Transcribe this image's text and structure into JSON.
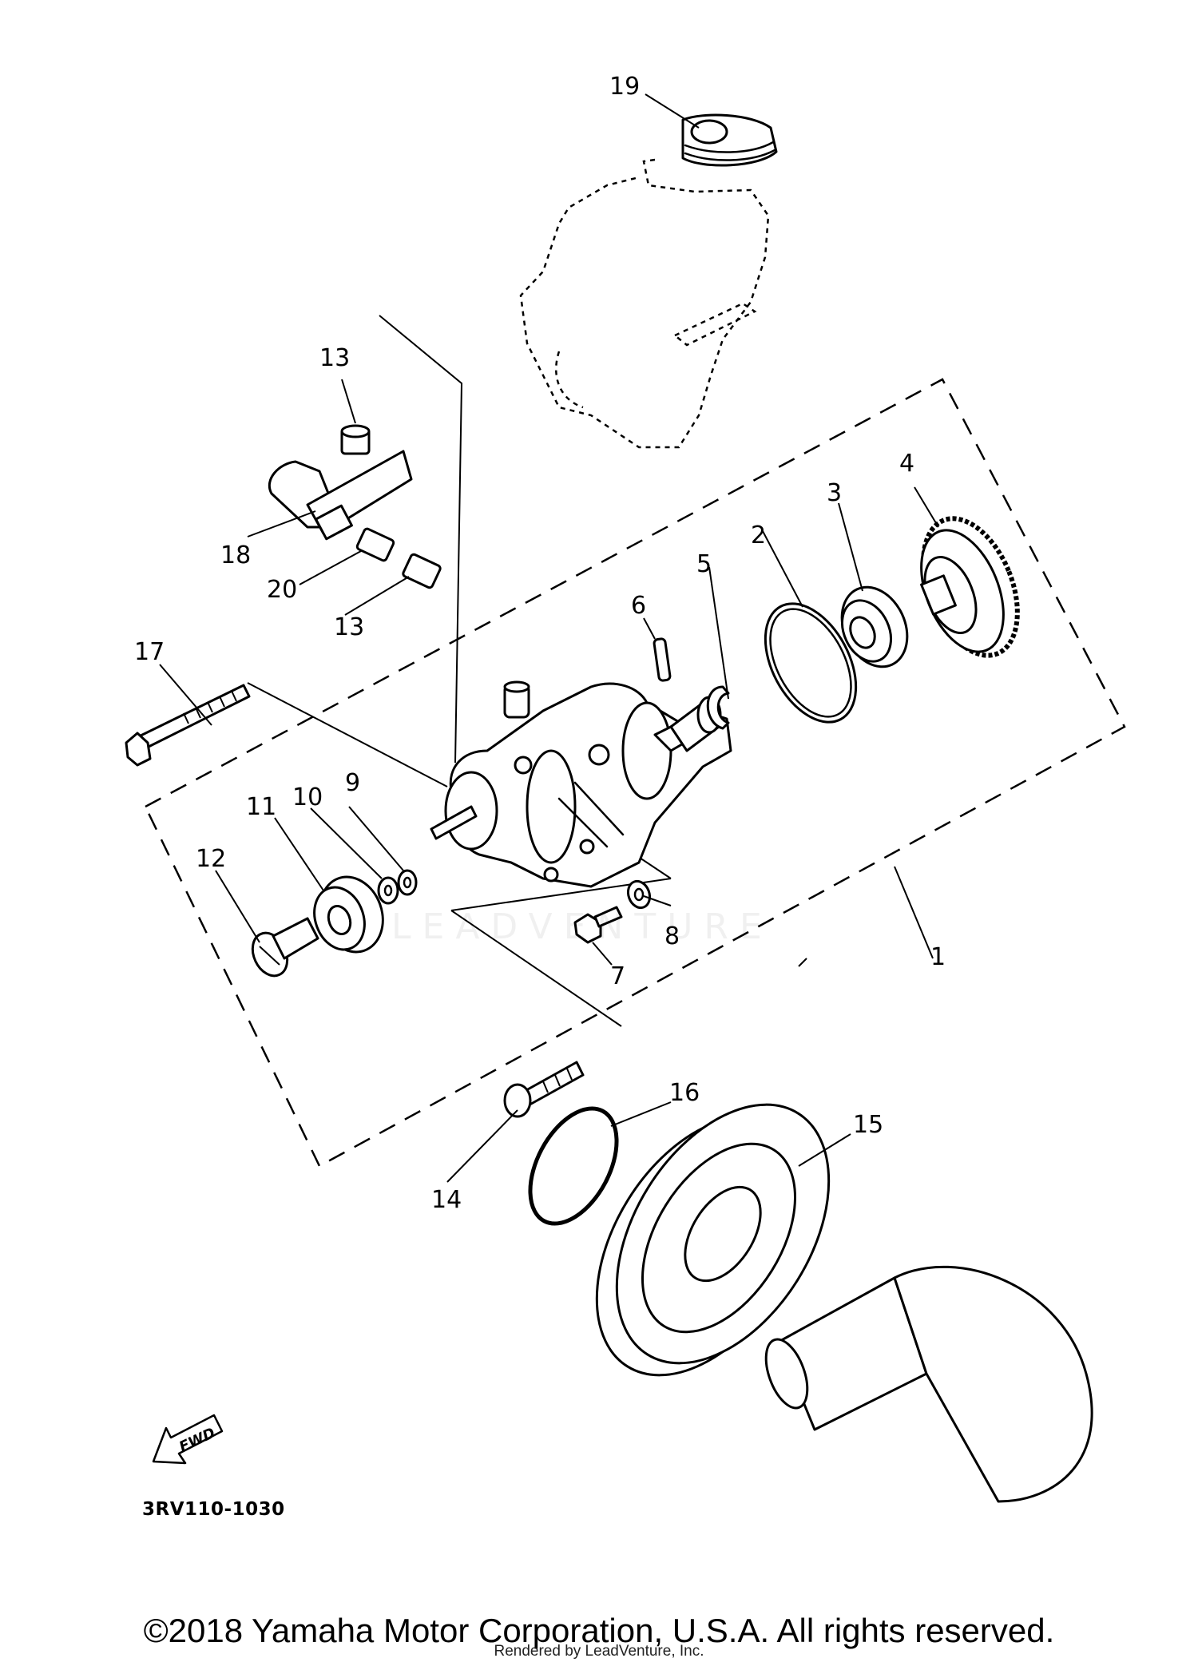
{
  "diagram": {
    "code": "3RV110-1030",
    "fwd_label": "FWD",
    "watermark": "LEADVENTURE",
    "copyright": "©2018 Yamaha Motor Corporation, U.S.A. All rights reserved.",
    "rendered_by": "Rendered by LeadVenture, Inc.",
    "callouts": [
      {
        "id": "1",
        "label": "1"
      },
      {
        "id": "2",
        "label": "2"
      },
      {
        "id": "3",
        "label": "3"
      },
      {
        "id": "4",
        "label": "4"
      },
      {
        "id": "5",
        "label": "5"
      },
      {
        "id": "6",
        "label": "6"
      },
      {
        "id": "7",
        "label": "7"
      },
      {
        "id": "8",
        "label": "8"
      },
      {
        "id": "9",
        "label": "9"
      },
      {
        "id": "10",
        "label": "10"
      },
      {
        "id": "11",
        "label": "11"
      },
      {
        "id": "12",
        "label": "12"
      },
      {
        "id": "13a",
        "label": "13"
      },
      {
        "id": "13b",
        "label": "13"
      },
      {
        "id": "14",
        "label": "14"
      },
      {
        "id": "15",
        "label": "15"
      },
      {
        "id": "16",
        "label": "16"
      },
      {
        "id": "17",
        "label": "17"
      },
      {
        "id": "18",
        "label": "18"
      },
      {
        "id": "19",
        "label": "19"
      },
      {
        "id": "20",
        "label": "20"
      }
    ]
  }
}
